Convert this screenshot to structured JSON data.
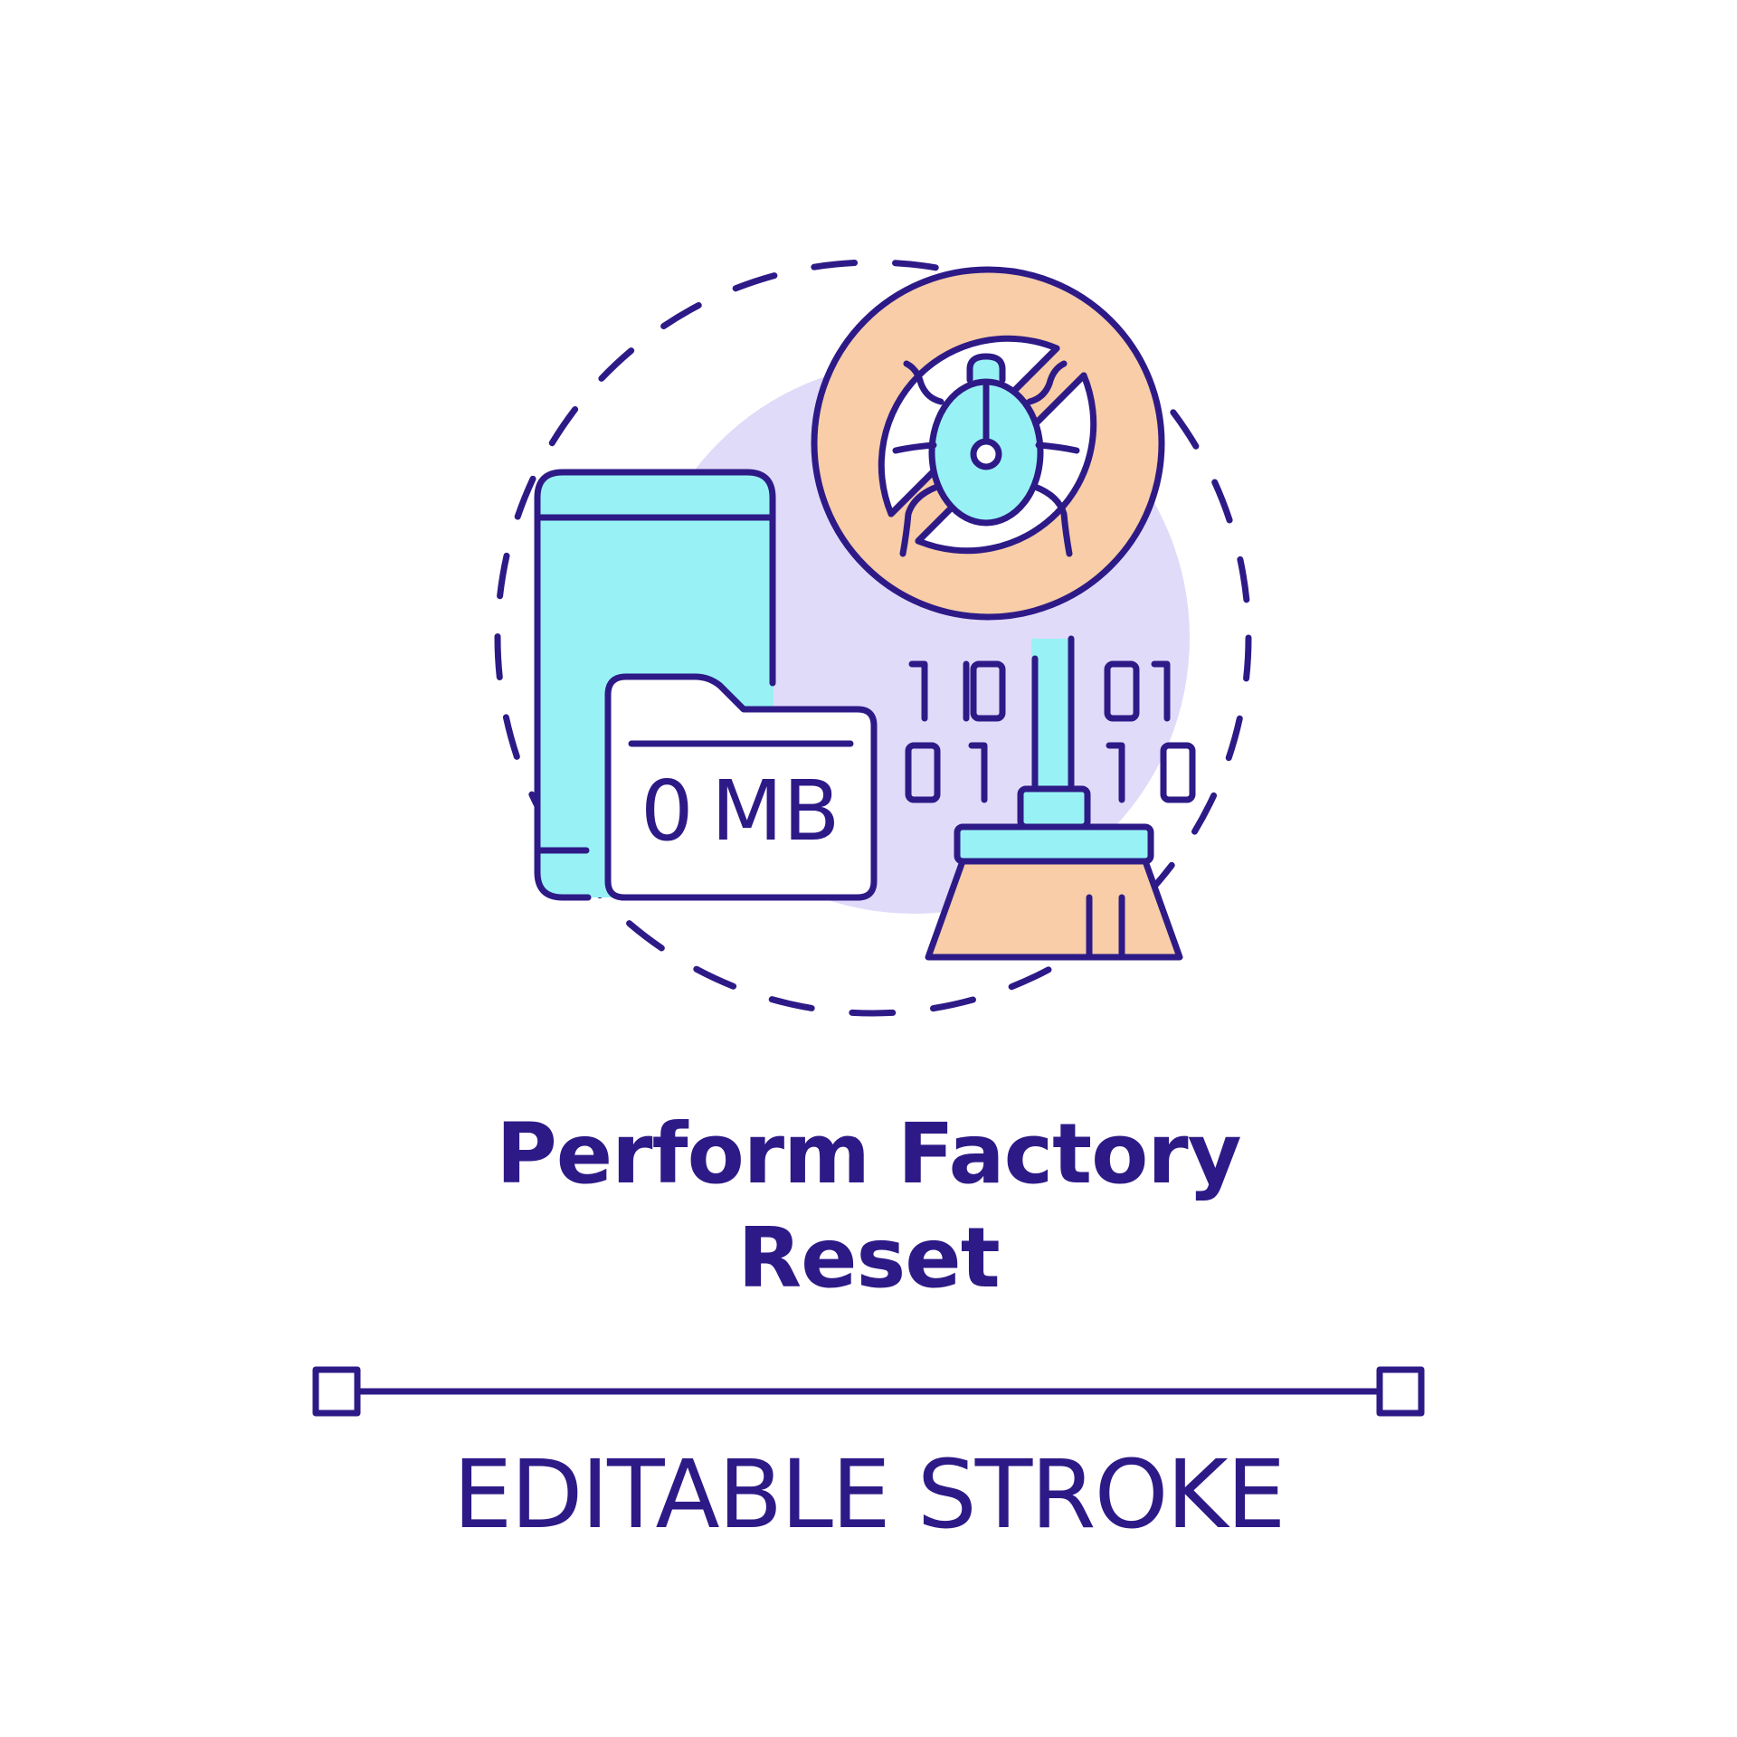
{
  "icon": {
    "name": "perform-factory-reset-concept-icon",
    "folder_label_number": "0",
    "folder_label_unit": "MB",
    "binary_rows": [
      [
        "1",
        "10",
        "01",
        "1"
      ],
      [
        "01",
        "1",
        "1",
        "10"
      ]
    ]
  },
  "title": {
    "line1": "Perform Factory",
    "line2": "Reset"
  },
  "caption": "EDITABLE STROKE",
  "colors": {
    "stroke": "#2e1a87",
    "cyan": "#98f2f5",
    "peach": "#f8cda7",
    "lavender": "#e1dbfa",
    "title": "#2e1a87",
    "background": "#ffffff"
  }
}
